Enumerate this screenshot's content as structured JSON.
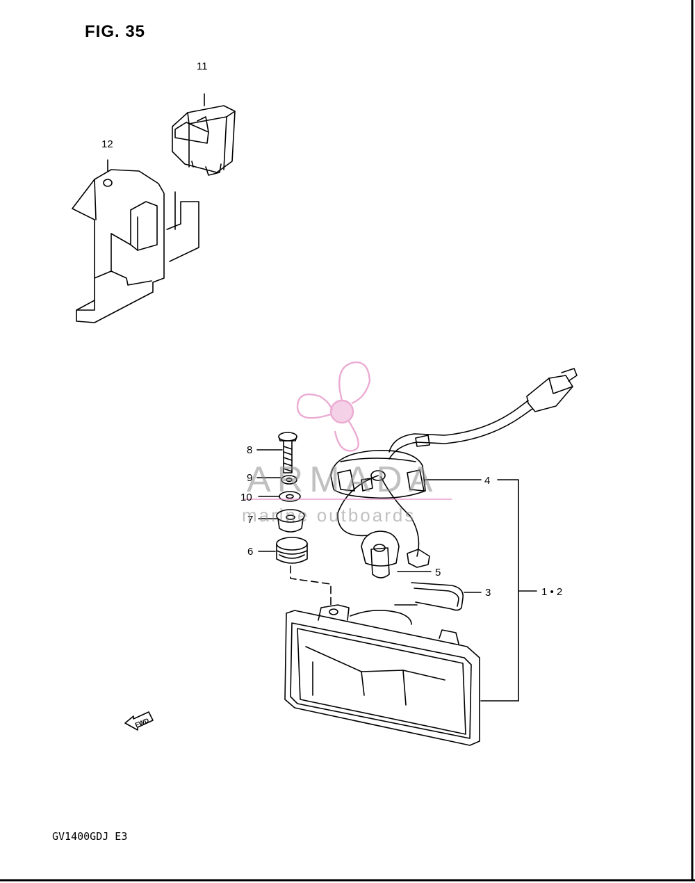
{
  "figure": {
    "title": "FIG. 35",
    "model": "GV1400GDJ  E3"
  },
  "callouts": [
    {
      "id": "11",
      "label": "11"
    },
    {
      "id": "12",
      "label": "12"
    },
    {
      "id": "8",
      "label": "8"
    },
    {
      "id": "9",
      "label": "9"
    },
    {
      "id": "10",
      "label": "10"
    },
    {
      "id": "7",
      "label": "7"
    },
    {
      "id": "6",
      "label": "6"
    },
    {
      "id": "4",
      "label": "4"
    },
    {
      "id": "5",
      "label": "5"
    },
    {
      "id": "3",
      "label": "3"
    },
    {
      "id": "1-2",
      "label": "1 • 2"
    }
  ],
  "direction_arrow": {
    "label": "FWD"
  },
  "watermark": {
    "brand": "ARMADA",
    "tagline": "marine outboards",
    "color": "#e58fc4"
  },
  "colors": {
    "line": "#000000",
    "background": "#ffffff"
  }
}
